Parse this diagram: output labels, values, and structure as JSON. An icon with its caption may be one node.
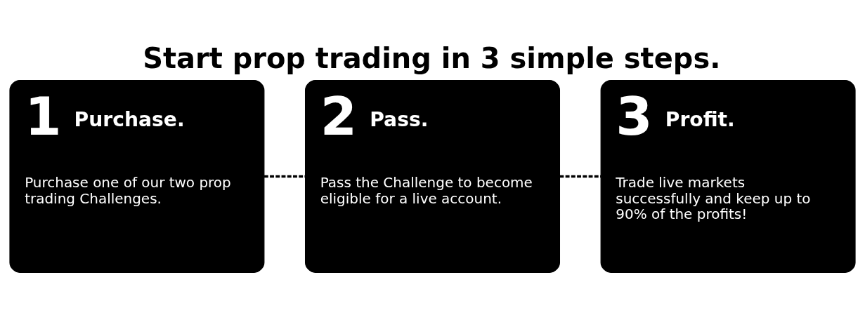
{
  "diagram": {
    "title": "Start prop trading in 3 simple steps.",
    "nodes": [
      {
        "text": [
          "1",
          "Purchase.",
          "Purchase one of our two prop trading Challenges."
        ]
      },
      {
        "text": [
          "2",
          "Pass.",
          "Pass the Challenge to become eligible for a live account."
        ]
      },
      {
        "text": [
          "3",
          "Profit.",
          "Trade live markets successfully and keep up to 90% of the profits!"
        ]
      }
    ],
    "edges": [
      {
        "from": 0,
        "to": 1,
        "arrow": "none",
        "style": "dashed"
      },
      {
        "from": 1,
        "to": 2,
        "arrow": "none",
        "style": "dashed"
      }
    ]
  }
}
